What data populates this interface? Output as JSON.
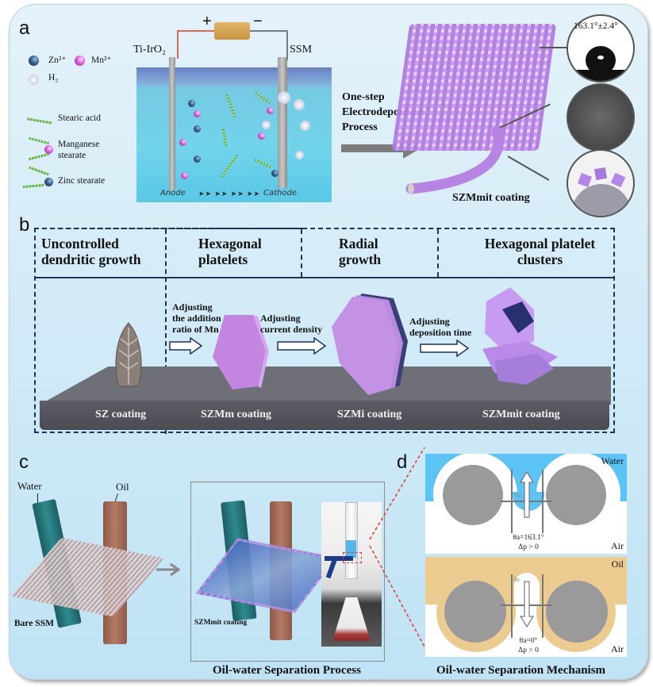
{
  "panel_labels": {
    "a": "a",
    "b": "b",
    "c": "c",
    "d": "d"
  },
  "panel_a": {
    "legend": {
      "zn_ion": "Zn²⁺",
      "mn_ion": "Mn²⁺",
      "h2": "H₂",
      "stearic_acid": "Stearic acid",
      "manganese_stearate_line1": "Manganese",
      "manganese_stearate_line2": "stearate",
      "zinc_stearate": "Zinc stearate"
    },
    "battery": {
      "plus": "+",
      "minus": "−"
    },
    "anode_material": "Ti-IrO₂",
    "cathode_material": "SSM",
    "tank_anode_label": "Anode",
    "tank_cathode_label": "Cathode",
    "tank_flow_arrows": "➤➤ ➤➤ ➤➤ ➤➤",
    "process_label_line1": "One-step",
    "process_label_line2": "Electrodeposition",
    "process_label_line3": "Process",
    "contact_angle": "163.1°±2.4°",
    "coating_label": "SZMmit coating"
  },
  "panel_b": {
    "stages": [
      {
        "title_line1": "Uncontrolled",
        "title_line2": "dendritic growth",
        "coating": "SZ coating"
      },
      {
        "title_line1": "Hexagonal",
        "title_line2": "platelets",
        "coating": "SZMm coating"
      },
      {
        "title_line1": "Radial",
        "title_line2": "growth",
        "coating": "SZMi coating"
      },
      {
        "title_line1": "Hexagonal platelet",
        "title_line2": "clusters",
        "coating": "SZMmit coating"
      }
    ],
    "steps": [
      {
        "line1": "Adjusting",
        "line2": "the addition",
        "line3": "ratio of Mn"
      },
      {
        "line1": "Adjusting",
        "line2": "current density"
      },
      {
        "line1": "Adjusting",
        "line2": "deposition time"
      }
    ]
  },
  "panel_c": {
    "water_label": "Water",
    "oil_label": "Oil",
    "bare_label": "Bare SSM",
    "coated_label": "SZMmit coating",
    "caption": "Oil-water Separation Process"
  },
  "panel_d": {
    "top": {
      "upper_phase": "Water",
      "lower_phase": "Air",
      "angle": "θa=163.1°",
      "pressure": "Δp > 0",
      "theta_mark": "θa"
    },
    "bottom": {
      "upper_phase": "Oil",
      "lower_phase": "Air",
      "angle": "θa=0°",
      "pressure": "Δp > 0",
      "theta_mark": "θa"
    },
    "caption": "Oil-water Separation Mechanism"
  },
  "colors": {
    "panel_bg": "#d3ebf7",
    "dash_line": "#1f3357",
    "coating_purple": "#c48ff0",
    "water_blue": "#5cc4f5",
    "oil_tan": "#ebcb8f",
    "fiber_gray": "#9a9a9a"
  }
}
